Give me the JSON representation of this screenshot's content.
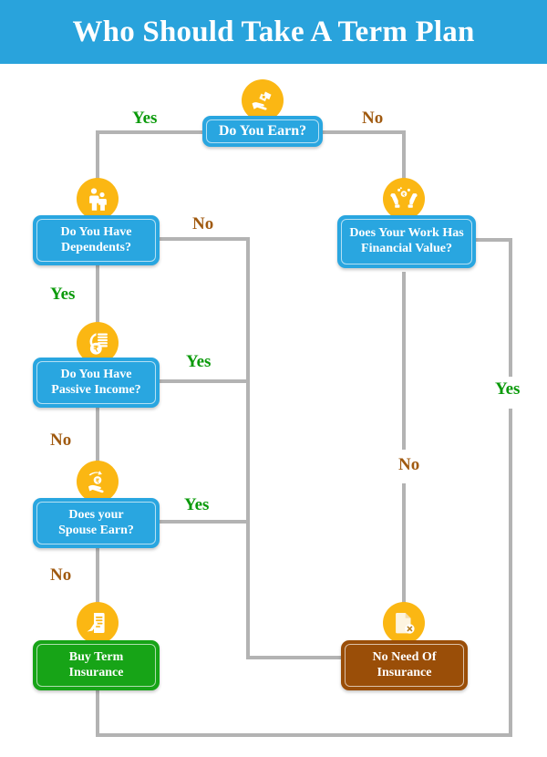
{
  "header": {
    "title": "Who Should Take A Term Plan",
    "background_color": "#29a3dc",
    "text_color": "#ffffff"
  },
  "theme": {
    "node_blue": "#29a6e0",
    "node_green": "#17a417",
    "node_brown": "#9a4e08",
    "icon_badge": "#fbb713",
    "connector": "#b3b3b3",
    "yes_color": "#0a9a0a",
    "no_color": "#a05a10"
  },
  "chart_data": {
    "type": "diagram",
    "title": "Who Should Take A Term Plan",
    "nodes": [
      {
        "id": "earn",
        "label": "Do You Earn?",
        "kind": "decision",
        "color": "#29a6e0",
        "icon": "cash-in-hand-icon"
      },
      {
        "id": "dependents",
        "label": "Do You Have Dependents?",
        "kind": "decision",
        "color": "#29a6e0",
        "icon": "family-icon"
      },
      {
        "id": "passive",
        "label": "Do You Have Passive Income?",
        "kind": "decision",
        "color": "#29a6e0",
        "icon": "coins-stack-icon"
      },
      {
        "id": "spouse",
        "label": "Does your Spouse Earn?",
        "kind": "decision",
        "color": "#29a6e0",
        "icon": "hand-with-rupee-icon"
      },
      {
        "id": "work_value",
        "label": "Does Your Work Has Financial Value?",
        "kind": "decision",
        "color": "#29a6e0",
        "icon": "hands-holding-money-icon"
      },
      {
        "id": "buy",
        "label": "Buy Term Insurance",
        "kind": "outcome",
        "color": "#17a417",
        "icon": "signed-document-icon"
      },
      {
        "id": "no_need",
        "label": "No Need Of Insurance",
        "kind": "outcome",
        "color": "#9a4e08",
        "icon": "document-cancel-icon"
      }
    ],
    "edges": [
      {
        "from": "earn",
        "to": "dependents",
        "label": "Yes"
      },
      {
        "from": "earn",
        "to": "work_value",
        "label": "No"
      },
      {
        "from": "dependents",
        "to": "passive",
        "label": "Yes"
      },
      {
        "from": "dependents",
        "to": "no_need",
        "label": "No"
      },
      {
        "from": "passive",
        "to": "spouse",
        "label": "No"
      },
      {
        "from": "passive",
        "to": "no_need",
        "label": "Yes"
      },
      {
        "from": "spouse",
        "to": "buy",
        "label": "No"
      },
      {
        "from": "spouse",
        "to": "no_need",
        "label": "Yes"
      },
      {
        "from": "work_value",
        "to": "buy",
        "label": "Yes"
      },
      {
        "from": "work_value",
        "to": "no_need",
        "label": "No"
      }
    ]
  },
  "nodes": {
    "earn": {
      "line1": "Do You Earn?",
      "line2": ""
    },
    "dependents": {
      "line1": "Do You Have",
      "line2": "Dependents?"
    },
    "passive": {
      "line1": "Do You Have",
      "line2": "Passive Income?"
    },
    "spouse": {
      "line1": "Does your",
      "line2": "Spouse Earn?"
    },
    "work_value": {
      "line1": "Does Your Work Has",
      "line2": "Financial Value?"
    },
    "buy": {
      "line1": "Buy Term",
      "line2": "Insurance"
    },
    "no_need": {
      "line1": "No Need Of",
      "line2": "Insurance"
    }
  },
  "labels": {
    "earn_yes": "Yes",
    "earn_no": "No",
    "dependents_no": "No",
    "dependents_yes": "Yes",
    "passive_yes": "Yes",
    "passive_no": "No",
    "spouse_yes": "Yes",
    "spouse_no": "No",
    "work_yes": "Yes",
    "work_no": "No"
  }
}
